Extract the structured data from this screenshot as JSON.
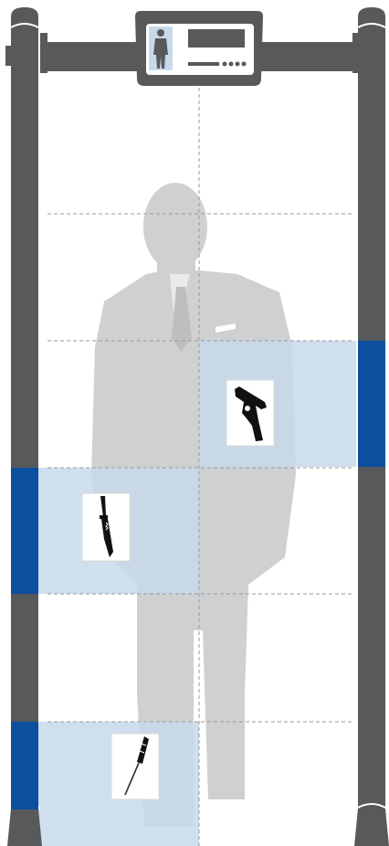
{
  "colors": {
    "frame": "#58595b",
    "frame_dark": "#4a4b4d",
    "active_zone": "#0b4f9e",
    "zone_fill": "#c8d9ea",
    "silhouette": "#cfd0d2",
    "grid_line": "#9a9a9a",
    "panel_screen": "#58595b",
    "panel_bg": "#ffffff"
  },
  "detector": {
    "type": "walk-through metal detector",
    "zone_count": 6,
    "zones": [
      {
        "zone": 1,
        "left_active": false,
        "right_active": false
      },
      {
        "zone": 2,
        "left_active": false,
        "right_active": true
      },
      {
        "zone": 3,
        "left_active": true,
        "right_active": false
      },
      {
        "zone": 4,
        "left_active": false,
        "right_active": false
      },
      {
        "zone": 5,
        "left_active": true,
        "right_active": false
      }
    ]
  },
  "detected_items": [
    {
      "name": "revolver",
      "icon": "revolver-icon",
      "side": "right",
      "zone": 2
    },
    {
      "name": "knife",
      "icon": "knife-icon",
      "side": "left",
      "zone": 3
    },
    {
      "name": "screwdriver",
      "icon": "screwdriver-icon",
      "side": "left",
      "zone": 5
    }
  ],
  "control_panel": {
    "icon": "person-scan-icon",
    "indicator_lights": 4
  }
}
